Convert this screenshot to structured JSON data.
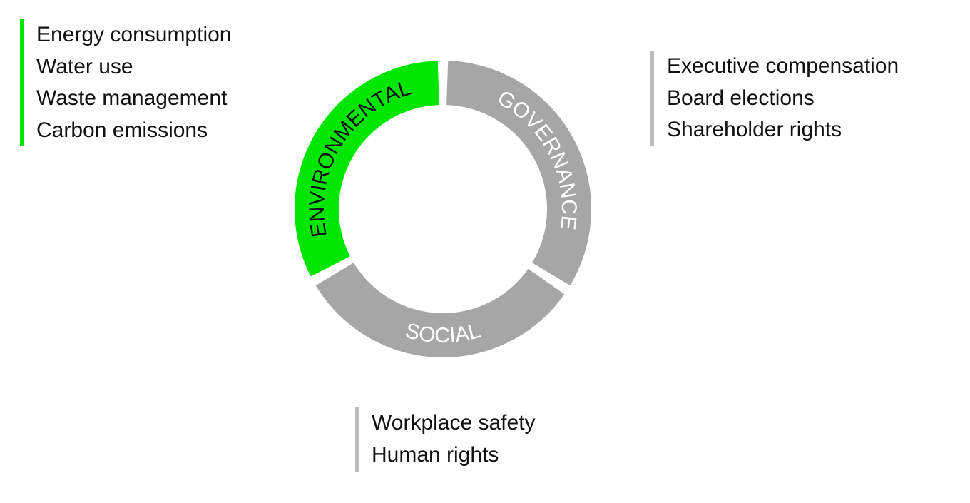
{
  "colors": {
    "environmental": "#00e600",
    "governance": "#a6a6a6",
    "social": "#a6a6a6",
    "environmental_text": "#111111",
    "governance_text": "#ffffff",
    "social_text": "#ffffff",
    "text": "#111111",
    "divider": "#bdbdbd"
  },
  "segments": [
    {
      "id": "environmental",
      "label": "ENVIRONMENTAL"
    },
    {
      "id": "governance",
      "label": "GOVERNANCE"
    },
    {
      "id": "social",
      "label": "SOCIAL"
    }
  ],
  "environmental_topics": [
    "Energy consumption",
    "Water use",
    "Waste management",
    "Carbon emissions"
  ],
  "governance_topics": [
    "Executive compensation",
    "Board elections",
    "Shareholder rights"
  ],
  "social_topics": [
    "Workplace safety",
    "Human rights"
  ]
}
